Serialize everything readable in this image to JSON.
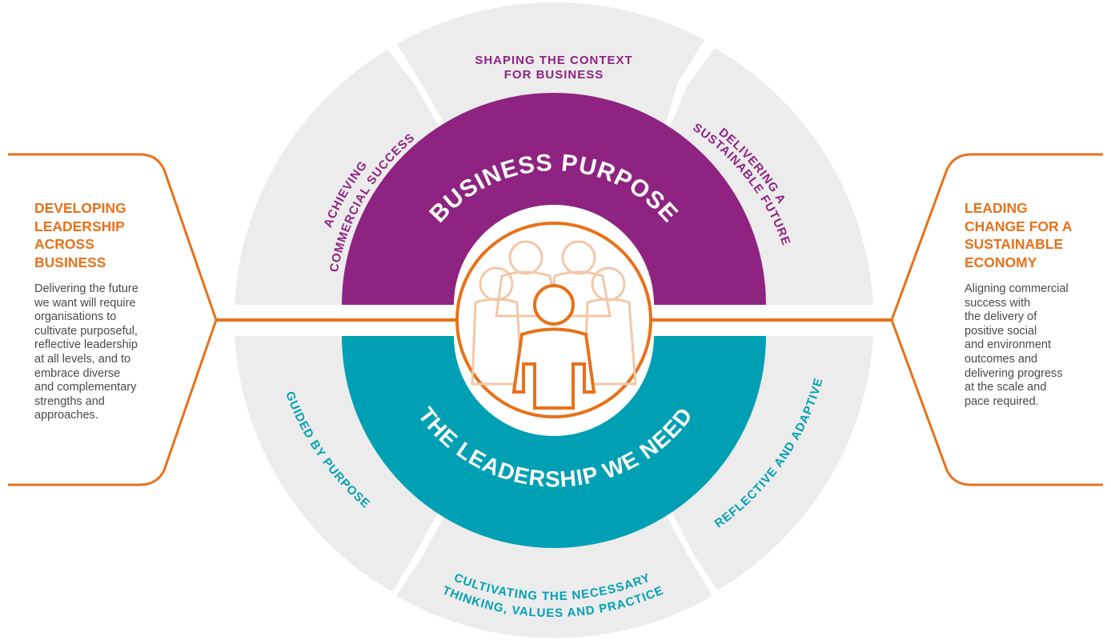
{
  "colors": {
    "orange": "#e8711a",
    "purple": "#8f2381",
    "teal": "#00a0b4",
    "grey": "#ececec",
    "text_grey": "#4a4a4a",
    "people_light": "#f4c7a7"
  },
  "core": {
    "top_label": "BUSINESS PURPOSE",
    "bottom_label": "THE LEADERSHIP WE NEED",
    "center_icon": "people-group-icon"
  },
  "outer_ring_top": {
    "left_label": [
      "ACHIEVING",
      "COMMERCIAL SUCCESS"
    ],
    "middle_label": [
      "SHAPING THE CONTEXT",
      "FOR BUSINESS"
    ],
    "right_label": [
      "DELIVERING A",
      "SUSTAINABLE FUTURE"
    ]
  },
  "outer_ring_bottom": {
    "left_label": "GUIDED BY PURPOSE",
    "middle_label": [
      "CULTIVATING THE NECESSARY",
      "THINKING, VALUES AND PRACTICE"
    ],
    "right_label": "REFLECTIVE AND ADAPTIVE"
  },
  "left_panel": {
    "heading": [
      "DEVELOPING",
      "LEADERSHIP",
      "ACROSS",
      "BUSINESS"
    ],
    "body": [
      "Delivering the future",
      "we want will require",
      "organisations to",
      "cultivate purposeful,",
      "reflective leadership",
      "at all levels, and to",
      "embrace diverse",
      "and complementary",
      "strengths and",
      "approaches."
    ]
  },
  "right_panel": {
    "heading": [
      "LEADING",
      "CHANGE FOR A",
      "SUSTAINABLE",
      "ECONOMY"
    ],
    "body": [
      "Aligning commercial",
      "success with",
      "the delivery of",
      "positive social",
      "and environment",
      "outcomes and",
      "delivering progress",
      "at the scale and",
      "pace required."
    ]
  }
}
